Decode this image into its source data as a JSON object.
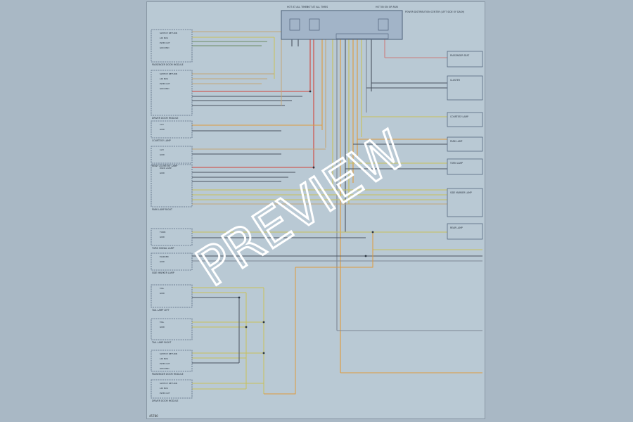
{
  "diagram": {
    "page_id": "45780",
    "watermark": "PREVIEW",
    "power_fuses": [
      {
        "label": "HOT AT ALL TIMES"
      },
      {
        "label": "HOT AT ALL TIMES"
      },
      {
        "label": "HOT IN ON OR RUN"
      }
    ],
    "fuse_box": {
      "label": "POWER DISTRIBUTION CENTER (LEFT SIDE OF DASH)"
    },
    "left_components": [
      {
        "name": "PASSENGER DOOR MODULE",
        "pins": [
          "SWITCH RETURN",
          "LIN BUS",
          "PWM OUT",
          "GROUND"
        ]
      },
      {
        "name": "DRIVER DOOR MODULE",
        "pins": [
          "SWITCH RETURN",
          "LIN BUS",
          "PWM OUT",
          "GROUND"
        ]
      },
      {
        "name": "COURTESY LAMP",
        "pins": [
          "12V",
          "GND"
        ]
      },
      {
        "name": "REAR COURTESY LAMP",
        "pins": [
          "12V",
          "GND"
        ]
      },
      {
        "name": "PARK LAMP RIGHT",
        "pins": [
          "PARK LAMP",
          "GND"
        ]
      },
      {
        "name": "TURN SIGNAL LAMP",
        "pins": [
          "TURN",
          "GND"
        ]
      },
      {
        "name": "SIDE MARKER LAMP",
        "pins": [
          "MARKER",
          "GND"
        ]
      },
      {
        "name": "TAIL LAMP LEFT",
        "pins": [
          "TAIL",
          "GND"
        ]
      },
      {
        "name": "TAIL LAMP RIGHT",
        "pins": [
          "TAIL",
          "GND"
        ]
      }
    ],
    "right_components": [
      {
        "name": "PASSENGER SEAT"
      },
      {
        "name": "CLUSTER"
      },
      {
        "name": "COURTESY LAMP"
      },
      {
        "name": "PARK LAMP"
      },
      {
        "name": "TURN LAMP"
      },
      {
        "name": "SIDE MARKER LAMP"
      },
      {
        "name": "REAR LAMP"
      }
    ]
  }
}
